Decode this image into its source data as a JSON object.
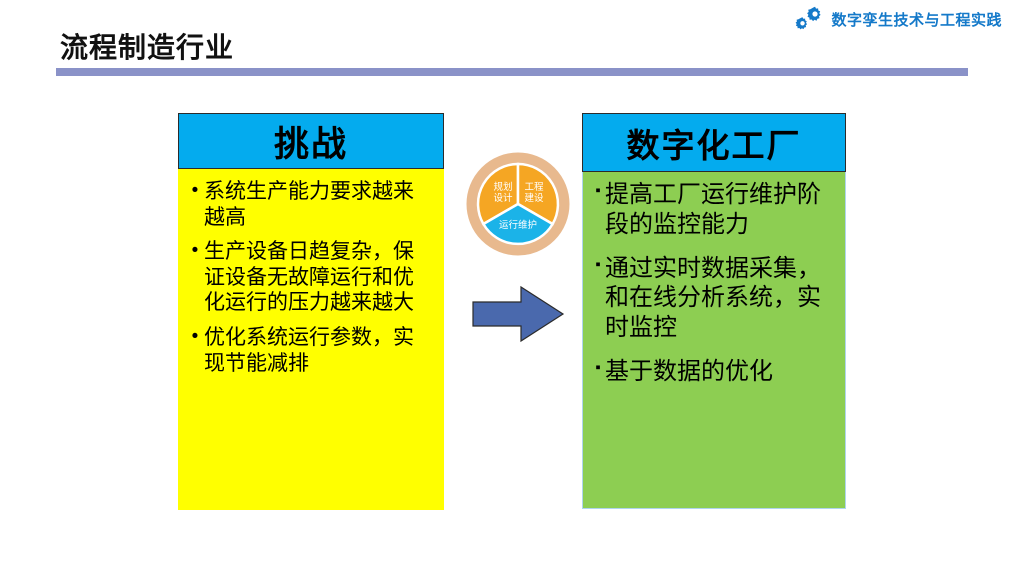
{
  "brand": {
    "name": "数字孪生技术与工程实践",
    "logo_icon": "gears-icon",
    "color": "#1479C9"
  },
  "slide": {
    "title": "流程制造行业",
    "rule_color": "#8A92C8"
  },
  "panels": {
    "challenge": {
      "title": "挑战",
      "header_color": "#04ABEE",
      "body_color": "#FFFF00",
      "bullet_marker": "•",
      "items": [
        "系统生产能力要求越来越高",
        "生产设备日趋复杂，保证设备无故障运行和优化运行的压力越来越大",
        "优化系统运行参数，实现节能减排"
      ]
    },
    "factory": {
      "title": "数字化工厂",
      "header_color": "#04ABEE",
      "body_color": "#8DCE52",
      "bullet_marker": "▪",
      "items": [
        "提高工厂运行维护阶段的监控能力",
        "通过实时数据采集，和在线分析系统，实时监控",
        "基于数据的优化"
      ]
    }
  },
  "cycle_diagram": {
    "name": "lifecycle-donut",
    "ring_color": "#E8B98E",
    "segments": [
      {
        "label_line1": "规划",
        "label_line2": "设计",
        "color": "#F5A623"
      },
      {
        "label_line1": "工程",
        "label_line2": "建设",
        "color": "#F5A623"
      },
      {
        "label_line1": "运行维护",
        "label_line2": "",
        "color": "#1BB3E8"
      }
    ]
  },
  "flow_arrow": {
    "direction": "right",
    "color": "#4A69AD"
  }
}
